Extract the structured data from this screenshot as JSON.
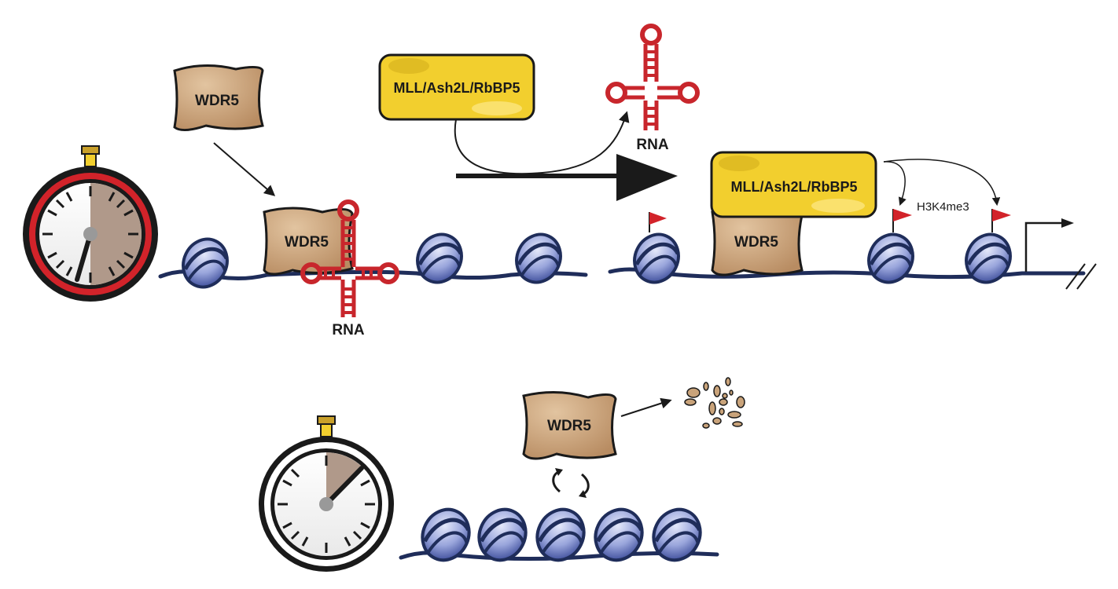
{
  "labels": {
    "wdr5": "WDR5",
    "complex": "MLL/Ash2L/RbBP5",
    "rna": "RNA",
    "mark": "H3K4me3"
  },
  "colors": {
    "wdr5_fill": "#c9a37a",
    "complex_fill": "#f2cf2e",
    "rna": "#c8262c",
    "dna": "#1f2d5a",
    "nucleosome": "#8f9bd6",
    "clock_red": "#d2232a",
    "flag": "#d2232a"
  }
}
